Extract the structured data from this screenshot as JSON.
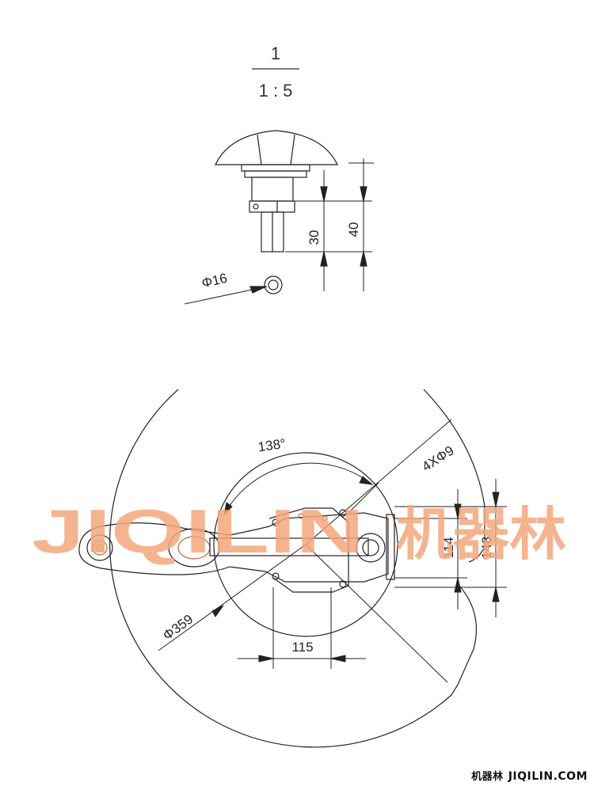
{
  "drawing": {
    "scale_top": "1",
    "scale_bottom": "1 : 5",
    "dims": {
      "dim_30": "30",
      "dim_40": "40",
      "dia_16": "Φ16",
      "angle_138": "138°",
      "holes": "4XΦ9",
      "dim_114": "114",
      "dim_148": "148",
      "dia_359": "Φ359",
      "dim_115": "115"
    }
  },
  "watermark": {
    "latin": "JIQILIN",
    "cjk": "机器林"
  },
  "footer": {
    "cjk": "机器林",
    "site": "JIQILIN.COM"
  },
  "colors": {
    "line": "#222222",
    "watermark": "#f3a77c",
    "accent": "#b36a3c"
  }
}
